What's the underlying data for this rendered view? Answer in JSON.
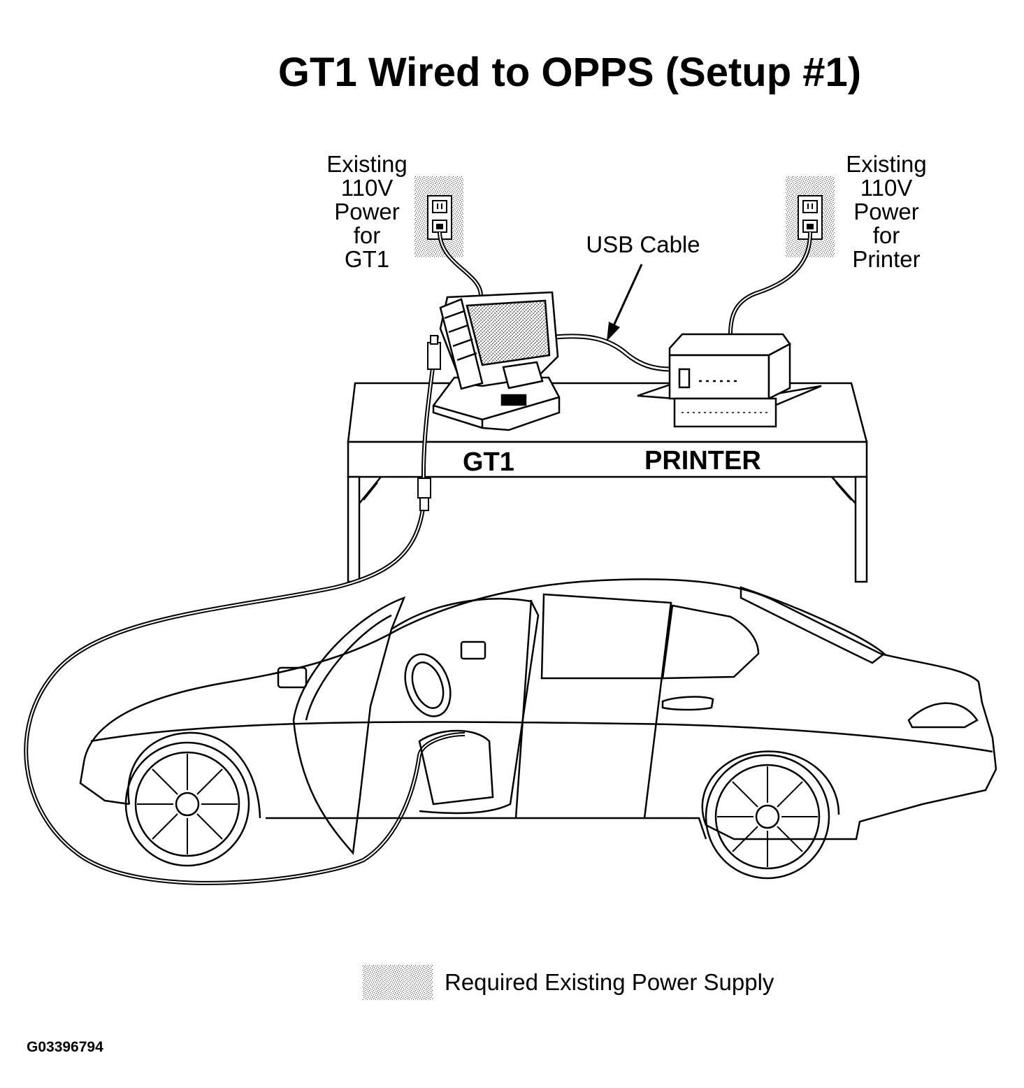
{
  "title": "GT1 Wired to OPPS (Setup #1)",
  "labels": {
    "power_gt1": "Existing\n110V\nPower\nfor\nGT1",
    "power_printer": "Existing\n110V\nPower\nfor\nPrinter",
    "usb_cable": "USB Cable",
    "gt1": "GT1",
    "printer": "PRINTER"
  },
  "legend": {
    "text": "Required Existing Power Supply"
  },
  "figure_id": "G03396794"
}
